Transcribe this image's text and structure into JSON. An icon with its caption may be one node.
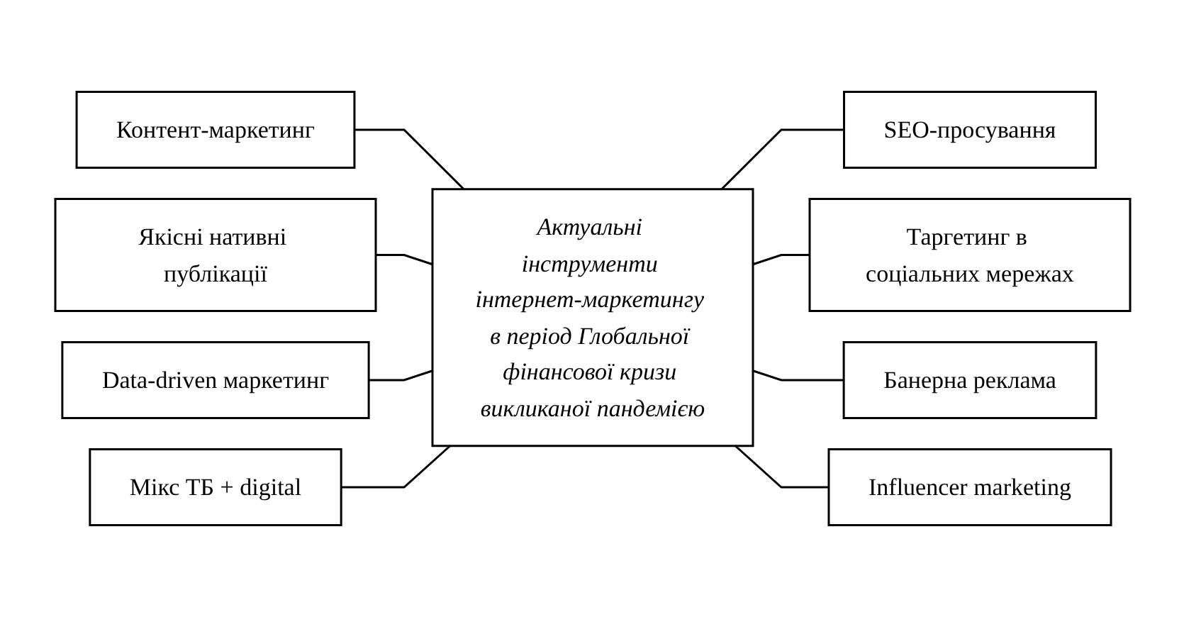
{
  "diagram": {
    "nodes": [
      {
        "text": [
          "Контент-маркетинг"
        ]
      },
      {
        "text": [
          "Якісні нативні публікації"
        ]
      },
      {
        "text": [
          "Data-driven маркетинг"
        ]
      },
      {
        "text": [
          "Мікс ТБ + digital"
        ]
      },
      {
        "text": [
          "Актуальні інструменти інтернет-маркетингу в період Глобальної фінансової кризи викликаної пандемією"
        ]
      },
      {
        "text": [
          "SEO-просування"
        ]
      },
      {
        "text": [
          "Таргетинг в соціальних мережах"
        ]
      },
      {
        "text": [
          "Банерна реклама"
        ]
      },
      {
        "text": [
          "Influencer marketing"
        ]
      }
    ],
    "edges": [
      {
        "from": 0,
        "to": 4,
        "arrow": "none"
      },
      {
        "from": 1,
        "to": 4,
        "arrow": "none"
      },
      {
        "from": 2,
        "to": 4,
        "arrow": "none"
      },
      {
        "from": 3,
        "to": 4,
        "arrow": "none"
      },
      {
        "from": 4,
        "to": 5,
        "arrow": "none"
      },
      {
        "from": 4,
        "to": 6,
        "arrow": "none"
      },
      {
        "from": 4,
        "to": 7,
        "arrow": "none"
      },
      {
        "from": 4,
        "to": 8,
        "arrow": "none"
      }
    ]
  }
}
